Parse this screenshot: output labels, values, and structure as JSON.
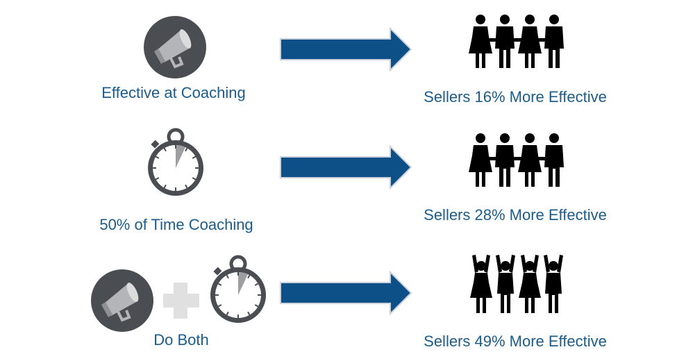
{
  "rows": [
    {
      "left_label": "Effective at Coaching",
      "right_label": "Sellers 16% More Effective"
    },
    {
      "left_label": "50% of Time Coaching",
      "right_label": "Sellers 28% More Effective"
    },
    {
      "left_label": "Do Both",
      "right_label": "Sellers 49% More Effective"
    }
  ],
  "colors": {
    "text": "#1b5c8c",
    "arrow": "#0d4f87",
    "arrow_edge": "#c9d2dc",
    "icon_dark": "#4a4d52",
    "icon_light": "#b3b5b8",
    "plus": "#e0e0e0",
    "people": "#000000"
  },
  "icons": [
    "megaphone-icon",
    "stopwatch-icon",
    "plus-icon",
    "people-icon",
    "celebrating-people-icon",
    "arrow-right-icon"
  ]
}
